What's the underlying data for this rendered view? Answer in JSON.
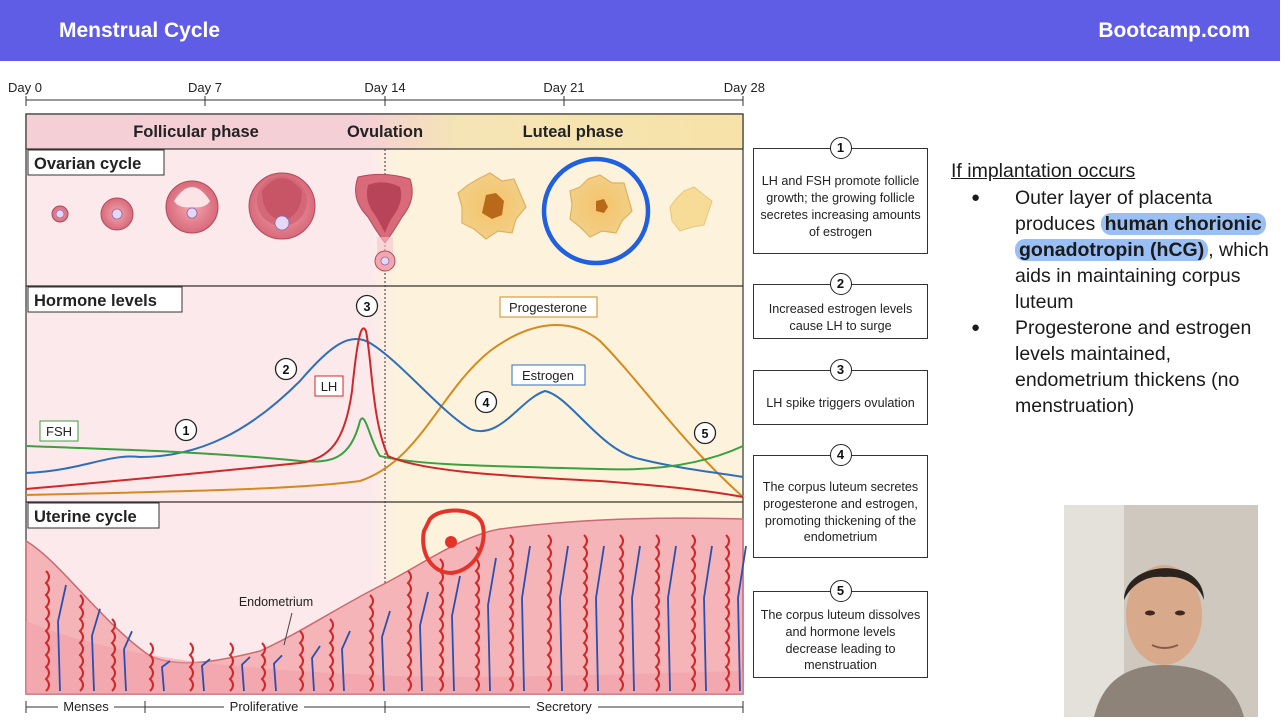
{
  "header": {
    "title": "Menstrual Cycle",
    "brand": "Bootcamp.com"
  },
  "timeline": {
    "days": [
      "Day 0",
      "Day 7",
      "Day 14",
      "Day 21",
      "Day 28"
    ]
  },
  "phases": {
    "follicular": "Follicular phase",
    "ovulation": "Ovulation",
    "luteal": "Luteal phase"
  },
  "panels": {
    "ovarian": "Ovarian cycle",
    "hormone": "Hormone levels",
    "uterine": "Uterine cycle"
  },
  "hormone_labels": {
    "fsh": "FSH",
    "lh": "LH",
    "progesterone": "Progesterone",
    "estrogen": "Estrogen"
  },
  "endometrium_label": "Endometrium",
  "uterine_phases": {
    "menses": "Menses",
    "proliferative": "Proliferative",
    "secretory": "Secretory"
  },
  "markers": [
    "1",
    "2",
    "3",
    "4",
    "5"
  ],
  "steps": [
    {
      "num": "1",
      "text": "LH and FSH promote follicle growth; the growing follicle secretes increasing amounts of estrogen"
    },
    {
      "num": "2",
      "text": "Increased estrogen levels cause LH to surge"
    },
    {
      "num": "3",
      "text": "LH spike triggers ovulation"
    },
    {
      "num": "4",
      "text": "The corpus luteum secretes progesterone and estrogen, promoting thickening of the endometrium"
    },
    {
      "num": "5",
      "text": "The corpus luteum dissolves and hormone levels decrease leading to menstruation"
    }
  ],
  "notes": {
    "heading": "If implantation occurs",
    "b1_pre": "Outer layer of placenta produces ",
    "b1_hl1": "human chorionic gonadotropin (hCG)",
    "b1_post": ", which aids in maintaining corpus luteum",
    "b2": "Progesterone and estrogen levels maintained, endometrium thickens (no menstruation)"
  },
  "colors": {
    "header": "#5f5ce6",
    "fsh": "#3aa040",
    "lh": "#d02828",
    "estrogen": "#2f6fb8",
    "progesterone": "#d48a1e",
    "annotation": "#1f5fe0",
    "highlight": "#78aaf0"
  }
}
